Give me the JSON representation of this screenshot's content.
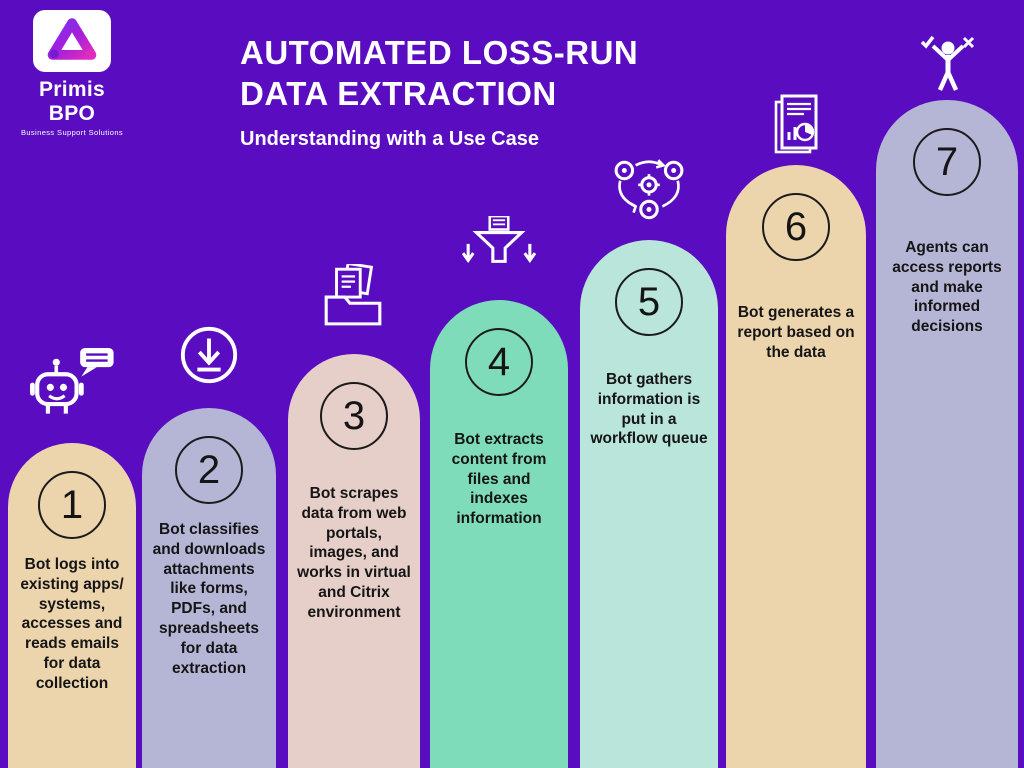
{
  "page": {
    "background_color": "#5A0CC0",
    "title_line1": "AUTOMATED LOSS-RUN",
    "title_line2": "DATA EXTRACTION",
    "subtitle": "Understanding with a Use Case"
  },
  "brand": {
    "name": "Primis BPO",
    "tagline": "Business Support Solutions"
  },
  "steps": [
    {
      "number": "1",
      "icon": "robot-chat-icon",
      "color": "#ECD4AD",
      "text": "Bot logs into existing apps/ systems, accesses and reads emails for data collection"
    },
    {
      "number": "2",
      "icon": "download-icon",
      "color": "#B5B5D6",
      "text": "Bot classifies and downloads attachments like forms, PDFs, and spreadsheets for data extraction"
    },
    {
      "number": "3",
      "icon": "documents-box-icon",
      "color": "#E7CFC9",
      "text": "Bot scrapes data from web portals, images, and works in virtual and Citrix environment"
    },
    {
      "number": "4",
      "icon": "funnel-extract-icon",
      "color": "#7FDCBB",
      "text": "Bot extracts content from files and indexes information"
    },
    {
      "number": "5",
      "icon": "workflow-cycle-icon",
      "color": "#B9E5DA",
      "text": "Bot gathers information is put in a workflow queue"
    },
    {
      "number": "6",
      "icon": "report-chart-icon",
      "color": "#ECD4AD",
      "text": "Bot generates a report based on the data"
    },
    {
      "number": "7",
      "icon": "agent-decision-icon",
      "color": "#B5B5D6",
      "text": "Agents can access reports and make informed decisions"
    }
  ]
}
